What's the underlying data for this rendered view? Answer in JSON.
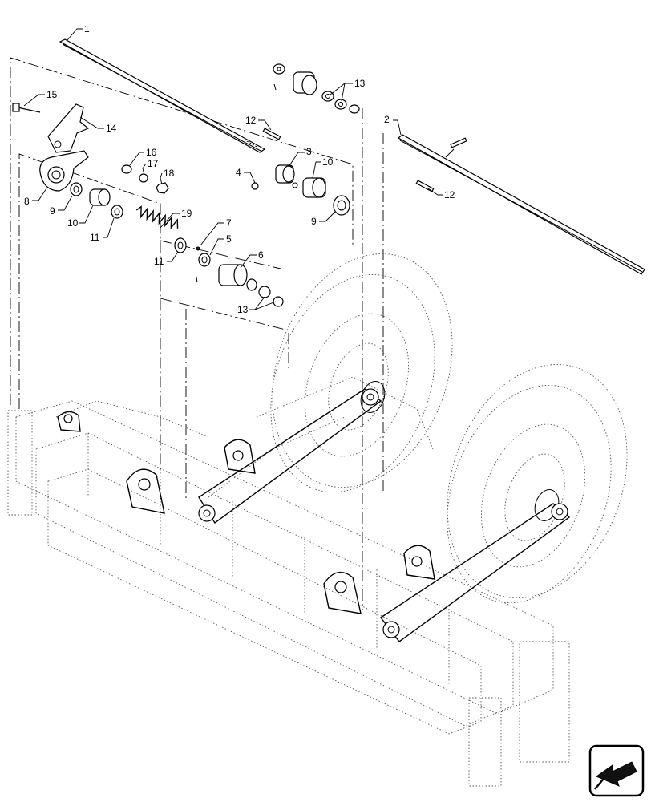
{
  "diagram": {
    "callouts": [
      {
        "id": "c1",
        "text": "1"
      },
      {
        "id": "c2",
        "text": "2"
      },
      {
        "id": "c3",
        "text": "3"
      },
      {
        "id": "c4",
        "text": "4"
      },
      {
        "id": "c5",
        "text": "5"
      },
      {
        "id": "c6",
        "text": "6"
      },
      {
        "id": "c7",
        "text": "7"
      },
      {
        "id": "c8",
        "text": "8"
      },
      {
        "id": "c9a",
        "text": "9"
      },
      {
        "id": "c9b",
        "text": "9"
      },
      {
        "id": "c10a",
        "text": "10"
      },
      {
        "id": "c10b",
        "text": "10"
      },
      {
        "id": "c11a",
        "text": "11"
      },
      {
        "id": "c11b",
        "text": "11"
      },
      {
        "id": "c12a",
        "text": "12"
      },
      {
        "id": "c12b",
        "text": "12"
      },
      {
        "id": "c13a",
        "text": "13"
      },
      {
        "id": "c13b",
        "text": "13"
      },
      {
        "id": "c14",
        "text": "14"
      },
      {
        "id": "c15",
        "text": "15"
      },
      {
        "id": "c16",
        "text": "16"
      },
      {
        "id": "c17",
        "text": "17"
      },
      {
        "id": "c18",
        "text": "18"
      },
      {
        "id": "c19",
        "text": "19"
      }
    ]
  },
  "nav": {
    "icon": "page-navigation-arrow-icon"
  }
}
